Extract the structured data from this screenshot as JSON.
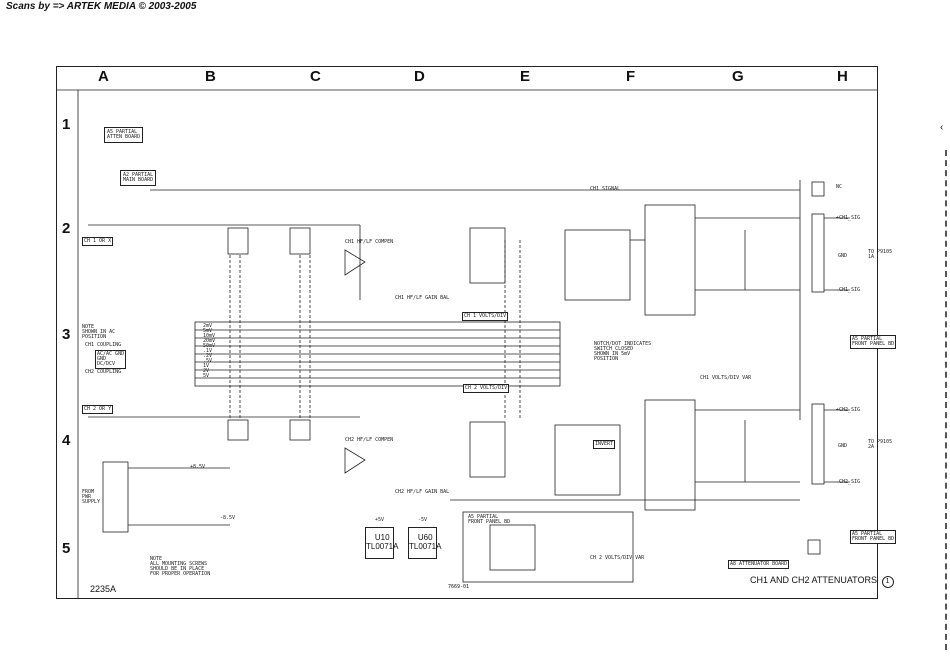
{
  "scan_credit": "Scans by => ARTEK MEDIA  © 2003-2005",
  "columns": [
    "A",
    "B",
    "C",
    "D",
    "E",
    "F",
    "G",
    "H"
  ],
  "rows": [
    "1",
    "2",
    "3",
    "4",
    "5"
  ],
  "labels": {
    "a5_attn_board": "A5 PARTIAL\nATTEN BOARD",
    "a2_main_board": "A2 PARTIAL\nMAIN BOARD",
    "ch1_signal": "CH1 SIGNAL",
    "ch1_or_x": "CH 1 OR X",
    "ch2_or_y": "CH 2 OR Y",
    "note_coupling": "NOTE\nSHOWN IN AC\nPOSITION",
    "ch1_coupling": "CH1 COUPLING",
    "ch2_coupling": "CH2 COUPLING",
    "ac_gnd_dc": "AC/AC GND\nGND\nDC/DCV",
    "ch1_hf_lf_comp": "CH1 HF/LF COMPEN",
    "ch1_gain_bal": "CH1 HF/LF GAIN BAL",
    "ch1_volts_div": "CH 1 VOLTS/DIV",
    "ch2_volts_div": "CH 2 VOLTS/DIV",
    "ch2_hf_lf_comp": "CH2 HF/LF COMPEN",
    "ch2_gain_bal": "CH2 HF/LF GAIN BAL",
    "notched_note": "NOTCH/DOT INDICATES\nSWITCH CLOSED\nSHOWN IN 5mV\nPOSITION",
    "ch1_volts_div_var": "CH1 VOLTS/DIV VAR",
    "ch2_volts_div_var": "CH 2 VOLTS/DIV VAR",
    "to_p9105_1a": "TO P9105\n1A",
    "to_p9105_2a": "TO P9105\n2A",
    "a5_front_panel_1": "A5 PARTIAL\nFRONT PANEL BD",
    "a5_front_panel_2": "A5 PARTIAL\nFRONT PANEL BD",
    "a5_front_panel_3": "A5 PARTIAL\nFRONT PANEL BD",
    "a8_attenuator_board": "A8 ATTENUATOR BOARD",
    "mounting_note": "NOTE\nALL MOUNTING SCREWS\nSHOULD BE IN PLACE\nFOR PROPER OPERATION",
    "from_power": "FROM\nPWR\nSUPPLY",
    "invert": "INVERT",
    "volts_div_var_sw": "CH2 VOLTS/DIV VAR",
    "u10": "U10\nTL0071A",
    "u60": "U60\nTL0071A",
    "volt_list": "2mV\n5mV\n10mV\n20mV\n50mV\n.1V\n.2V\n.5V\n1V\n2V\n5V",
    "gnd": "GND",
    "nc": "NC",
    "ch1_out": "+CH1_SIG",
    "ch1_out_n": "-CH1_SIG",
    "ch2_out": "+CH2_SIG",
    "ch2_out_n": "-CH2_SIG",
    "plus8v": "+8.5V",
    "minus8v": "-8.5V",
    "plus5v": "+5V",
    "minus5v": "-5V"
  },
  "footer": {
    "model": "2235A",
    "part": "7669-01",
    "title": "CH1 AND CH2 ATTENUATORS",
    "sheet_num": "1"
  }
}
